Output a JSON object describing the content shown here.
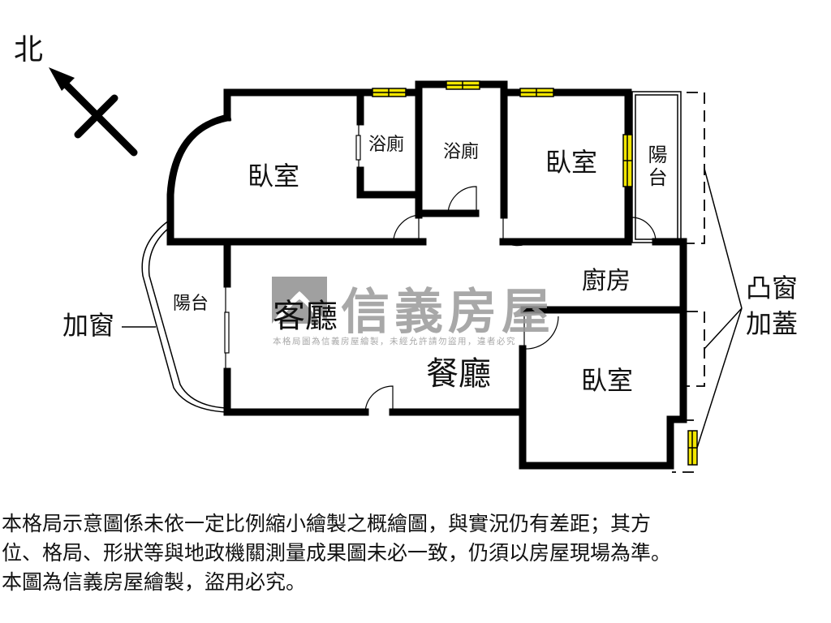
{
  "compass": {
    "north_label": "北",
    "icon": "north-arrow-icon"
  },
  "rooms": {
    "bedroom_master": "臥室",
    "bathroom_1": "浴廁",
    "bathroom_2": "浴廁",
    "bedroom_2": "臥室",
    "balcony_rear": "陽台",
    "balcony_front": "陽台",
    "living_room": "客廳",
    "kitchen": "廚房",
    "dining_room": "餐廳",
    "bedroom_3": "臥室"
  },
  "annotations": {
    "added_window": "加窗",
    "bay_window_covered_line1": "凸窗",
    "bay_window_covered_line2": "加蓋"
  },
  "watermark": {
    "brand": "信義房屋",
    "notice": "本格局圖為信義房屋繪製，未經允許請勿盜用，違者必究"
  },
  "disclaimer": {
    "line1": "本格局示意圖係未依一定比例縮小繪製之概繪圖，與實況仍有差距；其方",
    "line2": "位、格局、形狀等與地政機關測量成果圖未必一致，仍須以房屋現場為準。",
    "line3": "本圖為信義房屋繪製，盜用必究。"
  },
  "colors": {
    "wall": "#000000",
    "window_fill": "#f2e600",
    "watermark": "#9a9a9a",
    "background": "#ffffff"
  }
}
